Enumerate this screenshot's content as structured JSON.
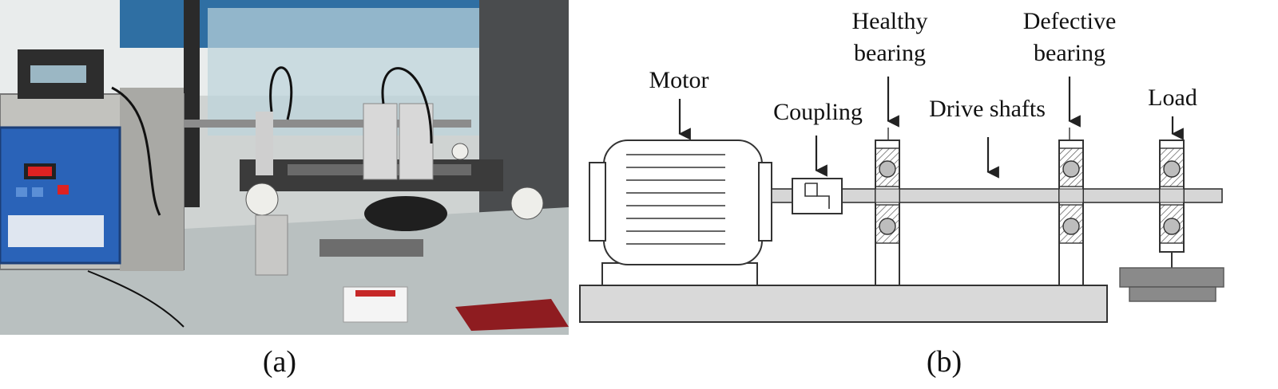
{
  "panel_a": {
    "caption": "(a)"
  },
  "panel_b": {
    "caption": "(b)",
    "labels": {
      "motor": "Motor",
      "coupling": "Coupling",
      "healthy_line1": "Healthy",
      "healthy_line2": "bearing",
      "drive_shafts": "Drive shafts",
      "defective_line1": "Defective",
      "defective_line2": "bearing",
      "load": "Load"
    }
  },
  "colors": {
    "base_fill": "#d9d9d9",
    "shaft_fill": "#d6d6d6",
    "ball_fill": "#bdbdbd",
    "load_block": "#8a8a8a",
    "stroke": "#333333"
  }
}
